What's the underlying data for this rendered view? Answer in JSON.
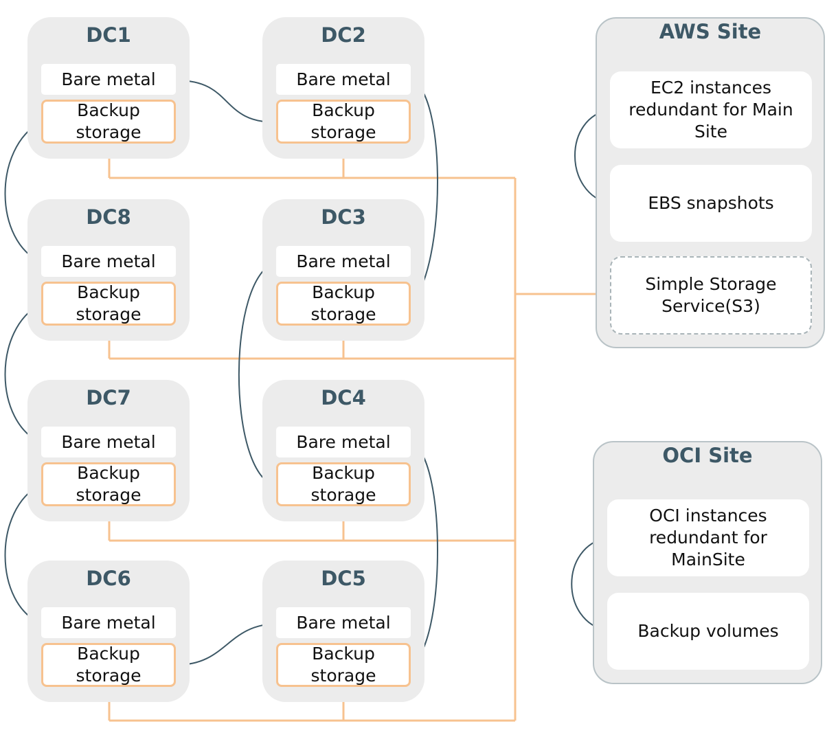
{
  "datacenters": [
    {
      "title": "DC1",
      "bare_metal": "Bare metal",
      "backup": "Backup\nstorage"
    },
    {
      "title": "DC2",
      "bare_metal": "Bare metal",
      "backup": "Backup\nstorage"
    },
    {
      "title": "DC8",
      "bare_metal": "Bare metal",
      "backup": "Backup\nstorage"
    },
    {
      "title": "DC3",
      "bare_metal": "Bare metal",
      "backup": "Backup\nstorage"
    },
    {
      "title": "DC7",
      "bare_metal": "Bare metal",
      "backup": "Backup\nstorage"
    },
    {
      "title": "DC4",
      "bare_metal": "Bare metal",
      "backup": "Backup\nstorage"
    },
    {
      "title": "DC6",
      "bare_metal": "Bare metal",
      "backup": "Backup\nstorage"
    },
    {
      "title": "DC5",
      "bare_metal": "Bare metal",
      "backup": "Backup\nstorage"
    }
  ],
  "aws_site": {
    "title": "AWS Site",
    "ec2": "EC2 instances\nredundant for Main\nSite",
    "ebs": "EBS snapshots",
    "s3": "Simple Storage\nService(S3)"
  },
  "oci_site": {
    "title": "OCI Site",
    "instances": "OCI instances\nredundant for\nMainSite",
    "volumes": "Backup volumes"
  },
  "colors": {
    "connector": "#f7c28f",
    "arrow": "#3d5866",
    "panel": "#ececec",
    "title": "#3d5866"
  }
}
